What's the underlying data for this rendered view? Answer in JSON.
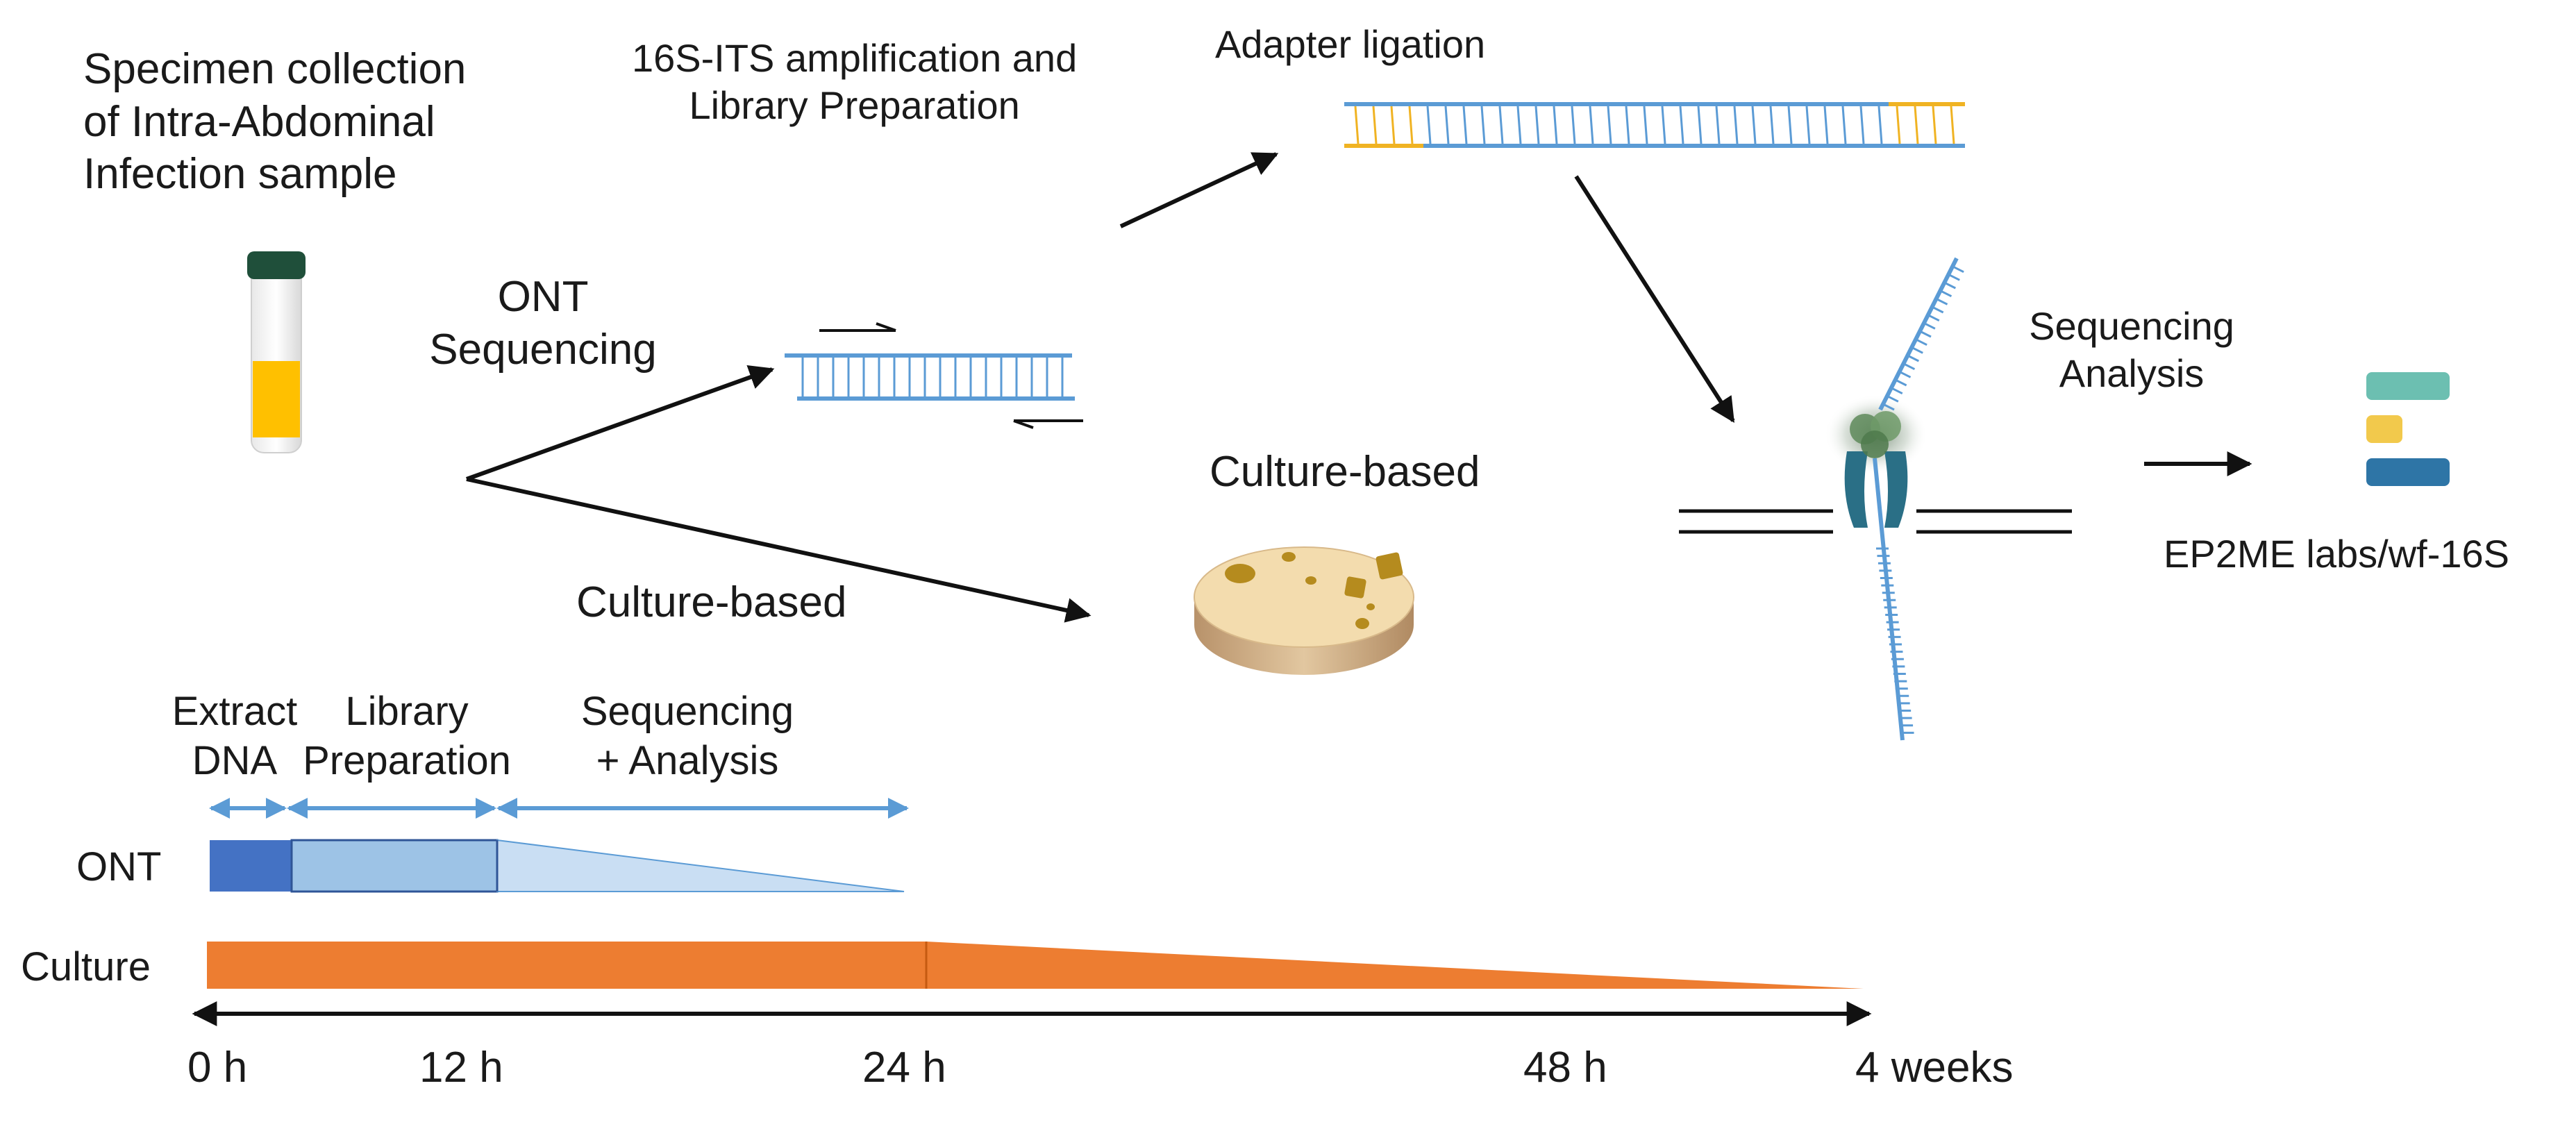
{
  "workflow": {
    "specimen": [
      "Specimen collection",
      "of Intra-Abdominal",
      "Infection sample"
    ],
    "branch_ont": [
      "ONT",
      "Sequencing"
    ],
    "branch_culture": "Culture-based",
    "amplification": [
      "16S-ITS amplification and",
      "Library Preparation"
    ],
    "adapter": "Adapter ligation",
    "culture_plate_label": "Culture-based",
    "sequencing_analysis": [
      "Sequencing",
      "Analysis"
    ],
    "output": "EP2ME labs/wf-16S"
  },
  "timeline": {
    "phases": [
      {
        "label": [
          "Extract",
          "DNA"
        ]
      },
      {
        "label": [
          "Library",
          "Preparation"
        ]
      },
      {
        "label": [
          "Sequencing",
          "+ Analysis"
        ]
      }
    ],
    "rows": {
      "ont": "ONT",
      "culture": "Culture"
    },
    "ticks": [
      "0 h",
      "12 h",
      "24 h",
      "48 h",
      "4 weeks"
    ]
  },
  "colors": {
    "dna_blue": "#5b9bd5",
    "adapter_yellow": "#f0b323",
    "ont_dark": "#4472c4",
    "ont_mid": "#9dc3e6",
    "ont_light": "#c9def3",
    "culture_orange": "#ed7d31",
    "tube_yellow": "#ffc000",
    "result_teal": "#6cbfb1",
    "result_yellow": "#f2c94c",
    "result_blue": "#2e75a6"
  }
}
